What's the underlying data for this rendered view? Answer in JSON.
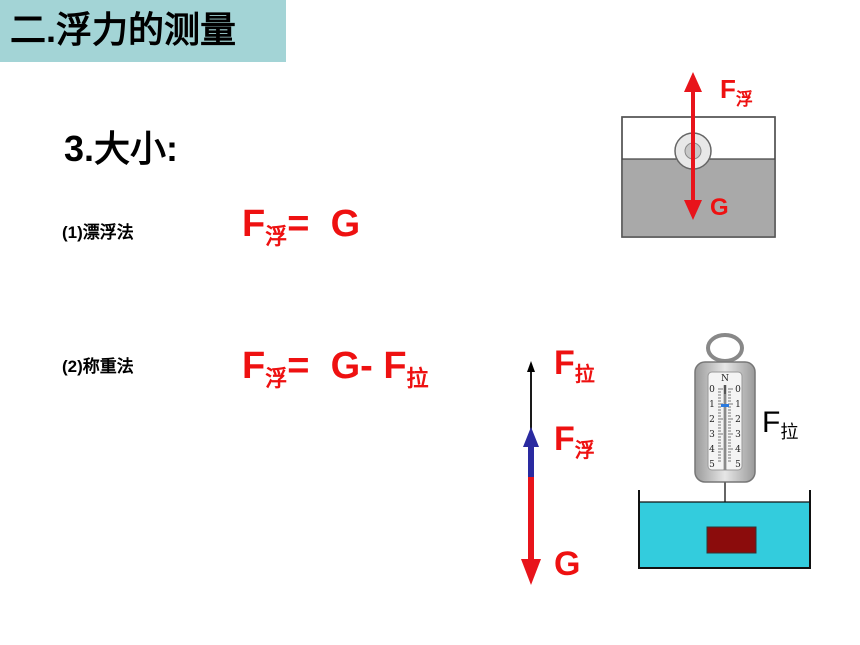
{
  "title": "二.浮力的测量",
  "section_heading": "3.大小:",
  "methods": [
    {
      "label": "(1)漂浮法",
      "formula": {
        "lhs_main": "F",
        "lhs_sub": "浮",
        "equals": "=",
        "rhs_main": "G",
        "rhs_sub": ""
      }
    },
    {
      "label": "(2)称重法",
      "formula": {
        "lhs_main": "F",
        "lhs_sub": "浮",
        "equals": "=",
        "rhs_main": "G- F",
        "rhs_sub": "拉"
      }
    }
  ],
  "float_diagram": {
    "top_force": {
      "main": "F",
      "sub": "浮"
    },
    "bottom_force": "G",
    "colors": {
      "water": "#a9a9a9",
      "arrow": "#e8141b"
    }
  },
  "force_arrows": {
    "labels": [
      {
        "main": "F",
        "sub": "拉"
      },
      {
        "main": "F",
        "sub": "浮"
      },
      {
        "main": "G",
        "sub": ""
      }
    ],
    "colors": {
      "tension": "#000000",
      "buoyancy": "#2a2aa0",
      "gravity": "#e8141b"
    }
  },
  "spring_scale": {
    "unit_mark": "N",
    "scale_ticks": [
      "0",
      "1",
      "2",
      "3",
      "4",
      "5"
    ],
    "label": {
      "main": "F",
      "sub": "拉"
    },
    "colors": {
      "water": "#33ccdd",
      "block": "#8b0c0c"
    }
  }
}
